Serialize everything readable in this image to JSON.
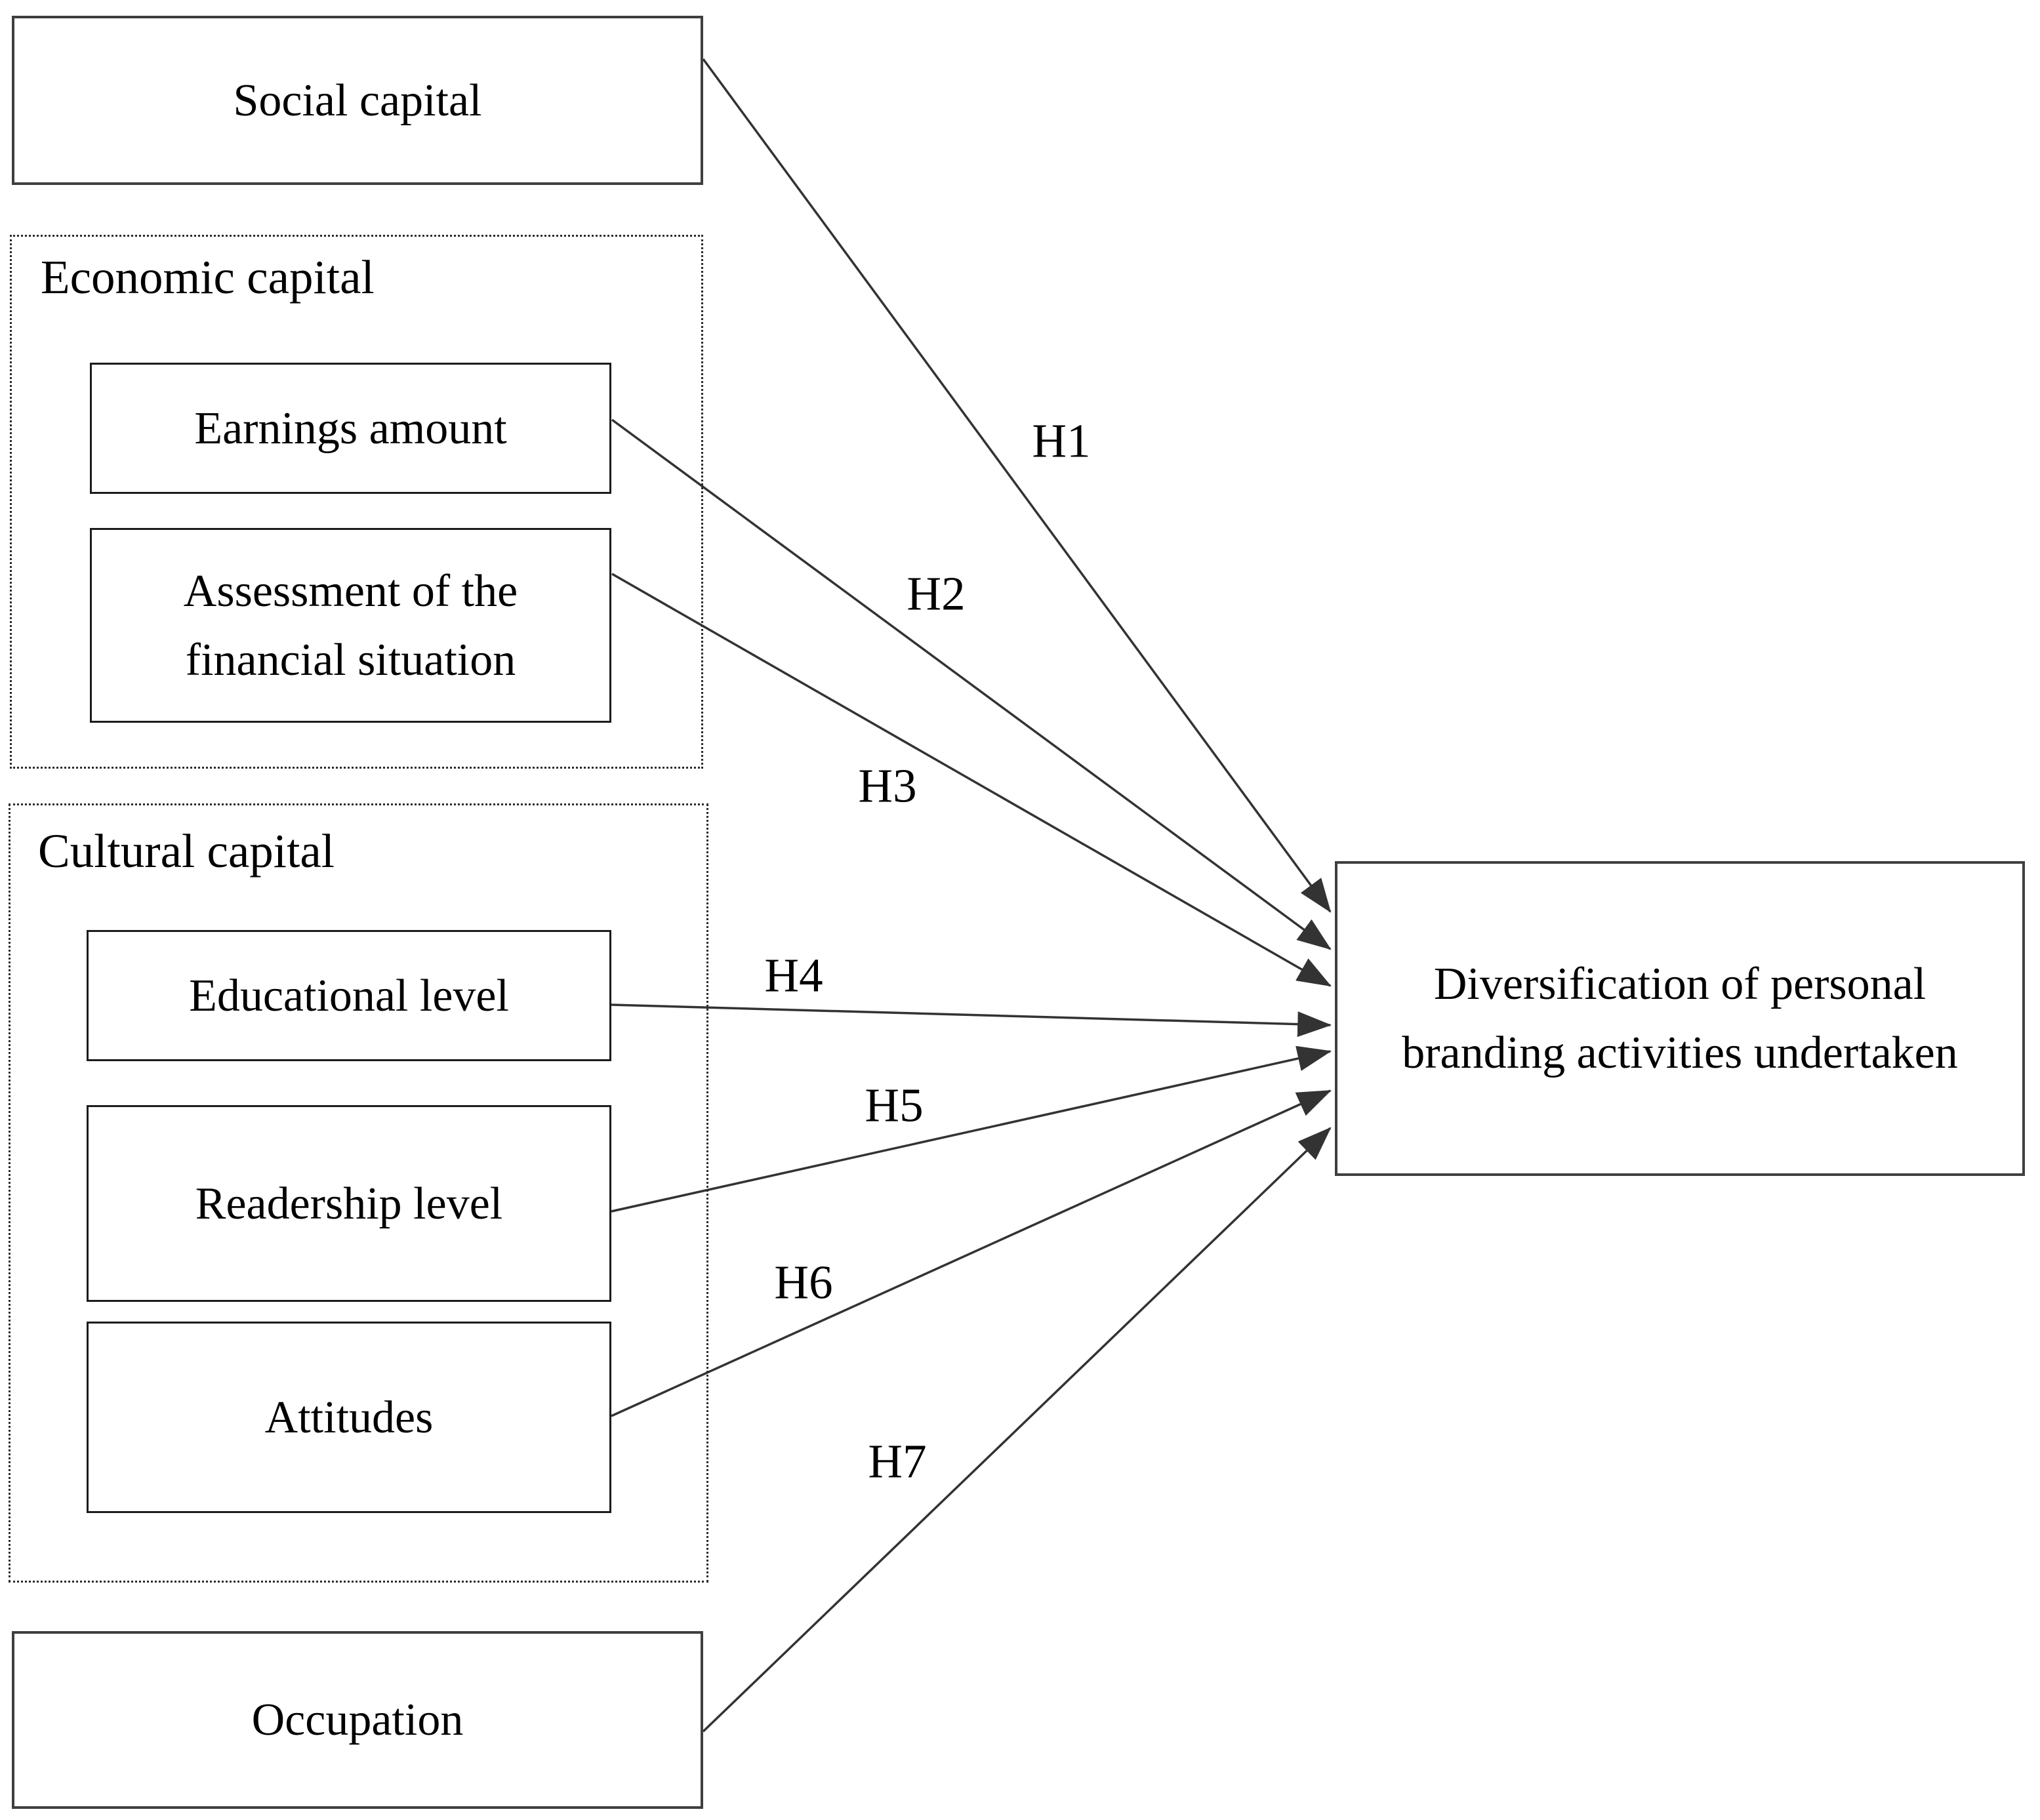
{
  "nodes": {
    "social": {
      "label": "Social capital"
    },
    "economic_group": {
      "label": "Economic capital"
    },
    "earnings": {
      "label": "Earnings amount"
    },
    "assessment": {
      "label": "Assessment of the financial situation"
    },
    "cultural_group": {
      "label": "Cultural capital"
    },
    "educational": {
      "label": "Educational level"
    },
    "readership": {
      "label": "Readership level"
    },
    "attitudes": {
      "label": "Attitudes"
    },
    "occupation": {
      "label": "Occupation"
    },
    "outcome": {
      "label": "Diversification of personal branding activities undertaken"
    }
  },
  "hypotheses": {
    "h1": {
      "label": "H1",
      "from": "social",
      "to": "outcome"
    },
    "h2": {
      "label": "H2",
      "from": "earnings",
      "to": "outcome"
    },
    "h3": {
      "label": "H3",
      "from": "assessment",
      "to": "outcome"
    },
    "h4": {
      "label": "H4",
      "from": "educational",
      "to": "outcome"
    },
    "h5": {
      "label": "H5",
      "from": "readership",
      "to": "outcome"
    },
    "h6": {
      "label": "H6",
      "from": "attitudes",
      "to": "outcome"
    },
    "h7": {
      "label": "H7",
      "from": "occupation",
      "to": "outcome"
    }
  },
  "colors": {
    "background": "#ffffff",
    "text": "#000000",
    "connector": "#333333",
    "outer_border": "#3f3f3f",
    "inner_border": "#1c1c1c",
    "dotted_border": "#2b2b2b"
  }
}
